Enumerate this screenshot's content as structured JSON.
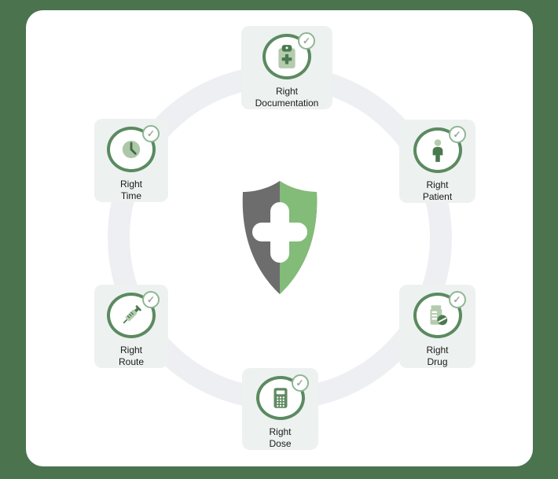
{
  "glyphs": {
    "check": "✓"
  },
  "colors": {
    "frame_green": "#4a734e",
    "panel_white": "#ffffff",
    "ring_gray": "#edeff2",
    "card_bg": "#edf1f0",
    "circle_border_green": "#5b8a60",
    "icon_dark_green": "#497a4e",
    "icon_light_green": "#b5cbae",
    "badge_border_green": "#8fb694",
    "badge_check_gray": "#98a69a",
    "shield_gray": "#6d6d6d",
    "shield_green": "#82bc78",
    "label_text": "#1b1b1b"
  },
  "nodes": [
    {
      "id": "documentation",
      "line1": "Right",
      "line2": "Documentation",
      "icon": "clipboard-plus-icon"
    },
    {
      "id": "patient",
      "line1": "Right",
      "line2": "Patient",
      "icon": "person-icon"
    },
    {
      "id": "drug",
      "line1": "Right",
      "line2": "Drug",
      "icon": "pill-bottle-icon"
    },
    {
      "id": "dose",
      "line1": "Right",
      "line2": "Dose",
      "icon": "calculator-icon"
    },
    {
      "id": "route",
      "line1": "Right",
      "line2": "Route",
      "icon": "syringe-icon"
    },
    {
      "id": "time",
      "line1": "Right",
      "line2": "Time",
      "icon": "clock-icon"
    }
  ],
  "center": {
    "icon": "shield-plus-icon"
  }
}
